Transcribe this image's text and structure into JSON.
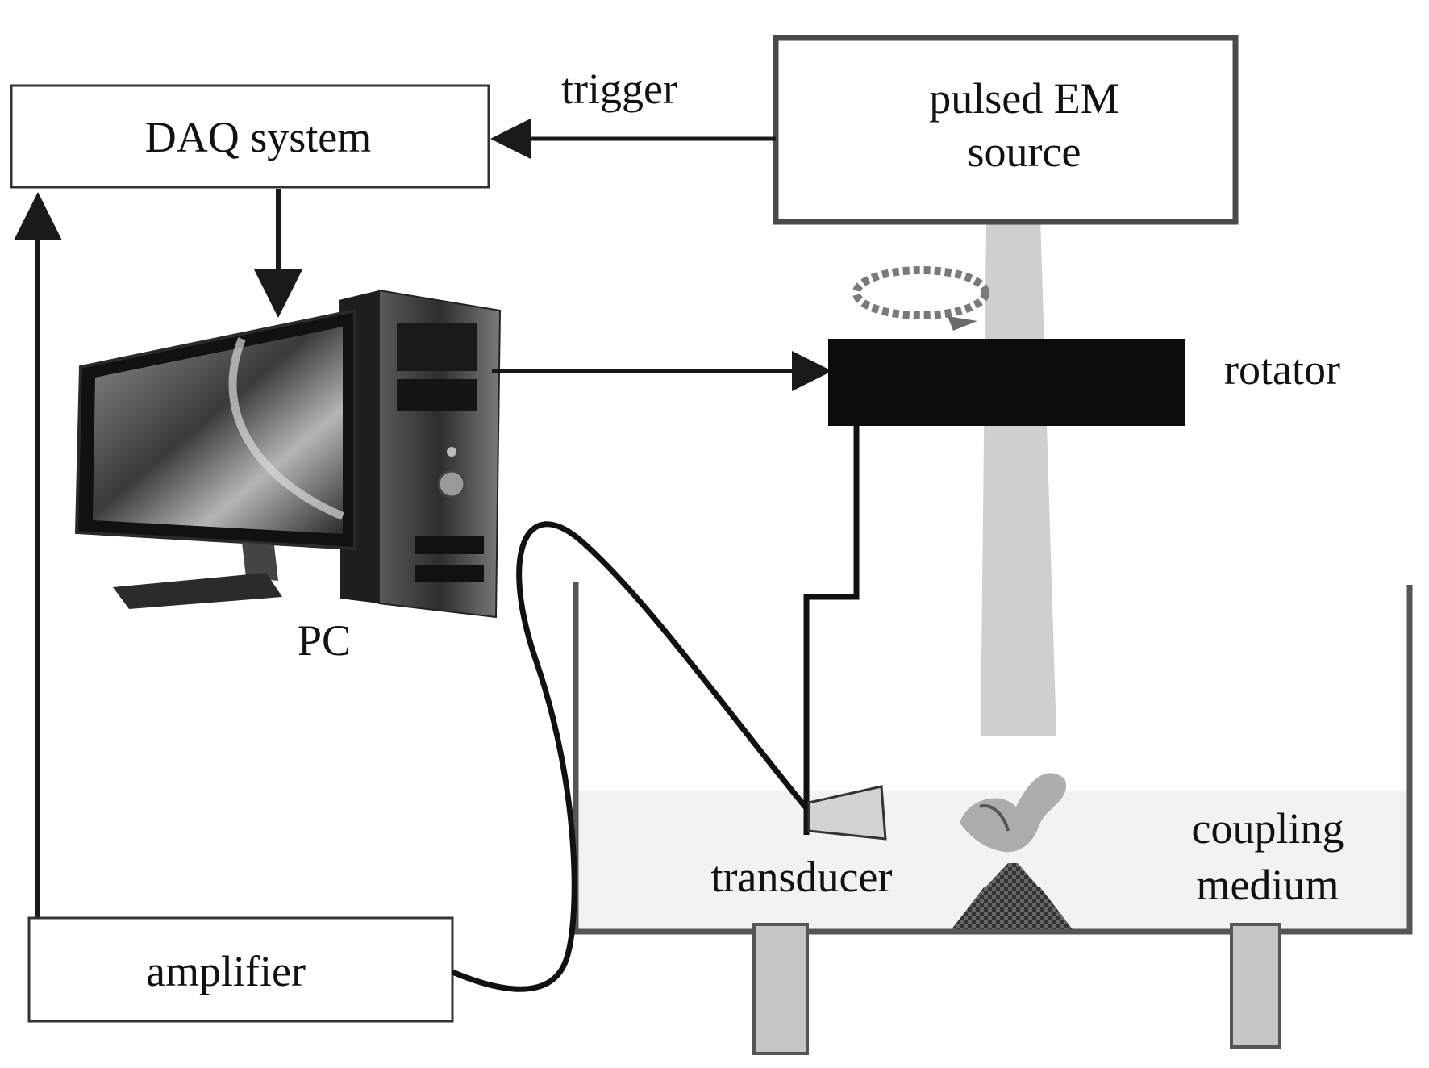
{
  "labels": {
    "daq": "DAQ system",
    "trigger": "trigger",
    "em_source_line1": "pulsed EM",
    "em_source_line2": "source",
    "rotator": "rotator",
    "pc": "PC",
    "transducer": "transducer",
    "coupling_line1": "coupling",
    "coupling_line2": "medium",
    "amplifier": "amplifier"
  },
  "icons": {
    "pc": "desktop-computer-icon",
    "sample": "mouse-sample-icon",
    "rotation": "rotation-arrow-icon"
  },
  "colors": {
    "stroke": "#1a1a1a",
    "source_border": "#4a4a4a",
    "beam": "#cfcfcf",
    "tank_wall": "#555555",
    "medium": "#f1f1f1",
    "leg": "#c4c4c4",
    "rotator": "#0c0c0c"
  }
}
